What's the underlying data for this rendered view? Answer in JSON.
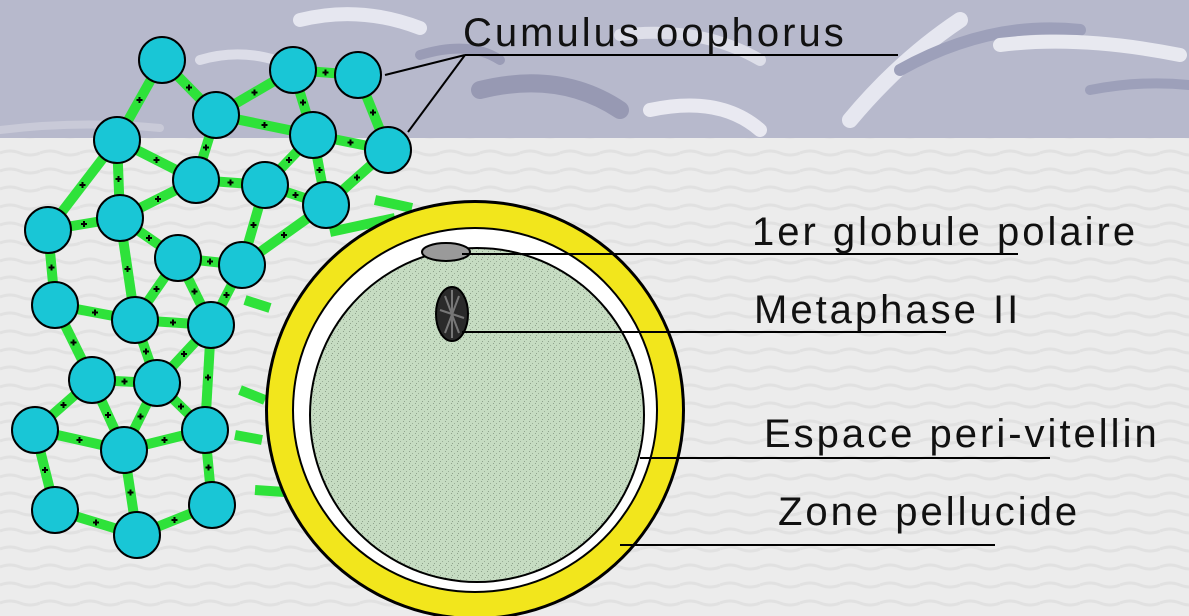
{
  "labels": {
    "cumulus": "Cumulus oophorus",
    "globule": "1er globule polaire",
    "metaphase": "Metaphase II",
    "espace": "Espace peri-vitellin",
    "zone": "Zone pellucide"
  },
  "colors": {
    "background": "#ececec",
    "texture_band": "#b7b9cc",
    "cumulus_cell": "#19c6d6",
    "cell_junction": "#2ee23a",
    "zona_pellucida": "#f2e61c",
    "perivitelline_space": "#ffffff",
    "ooplasm": "#c6dcc2",
    "polar_body": "#9a9a9a",
    "outline": "#000000"
  },
  "icons": {
    "cells": "cyan-circle",
    "junctions": "green-bar-with-plus"
  }
}
